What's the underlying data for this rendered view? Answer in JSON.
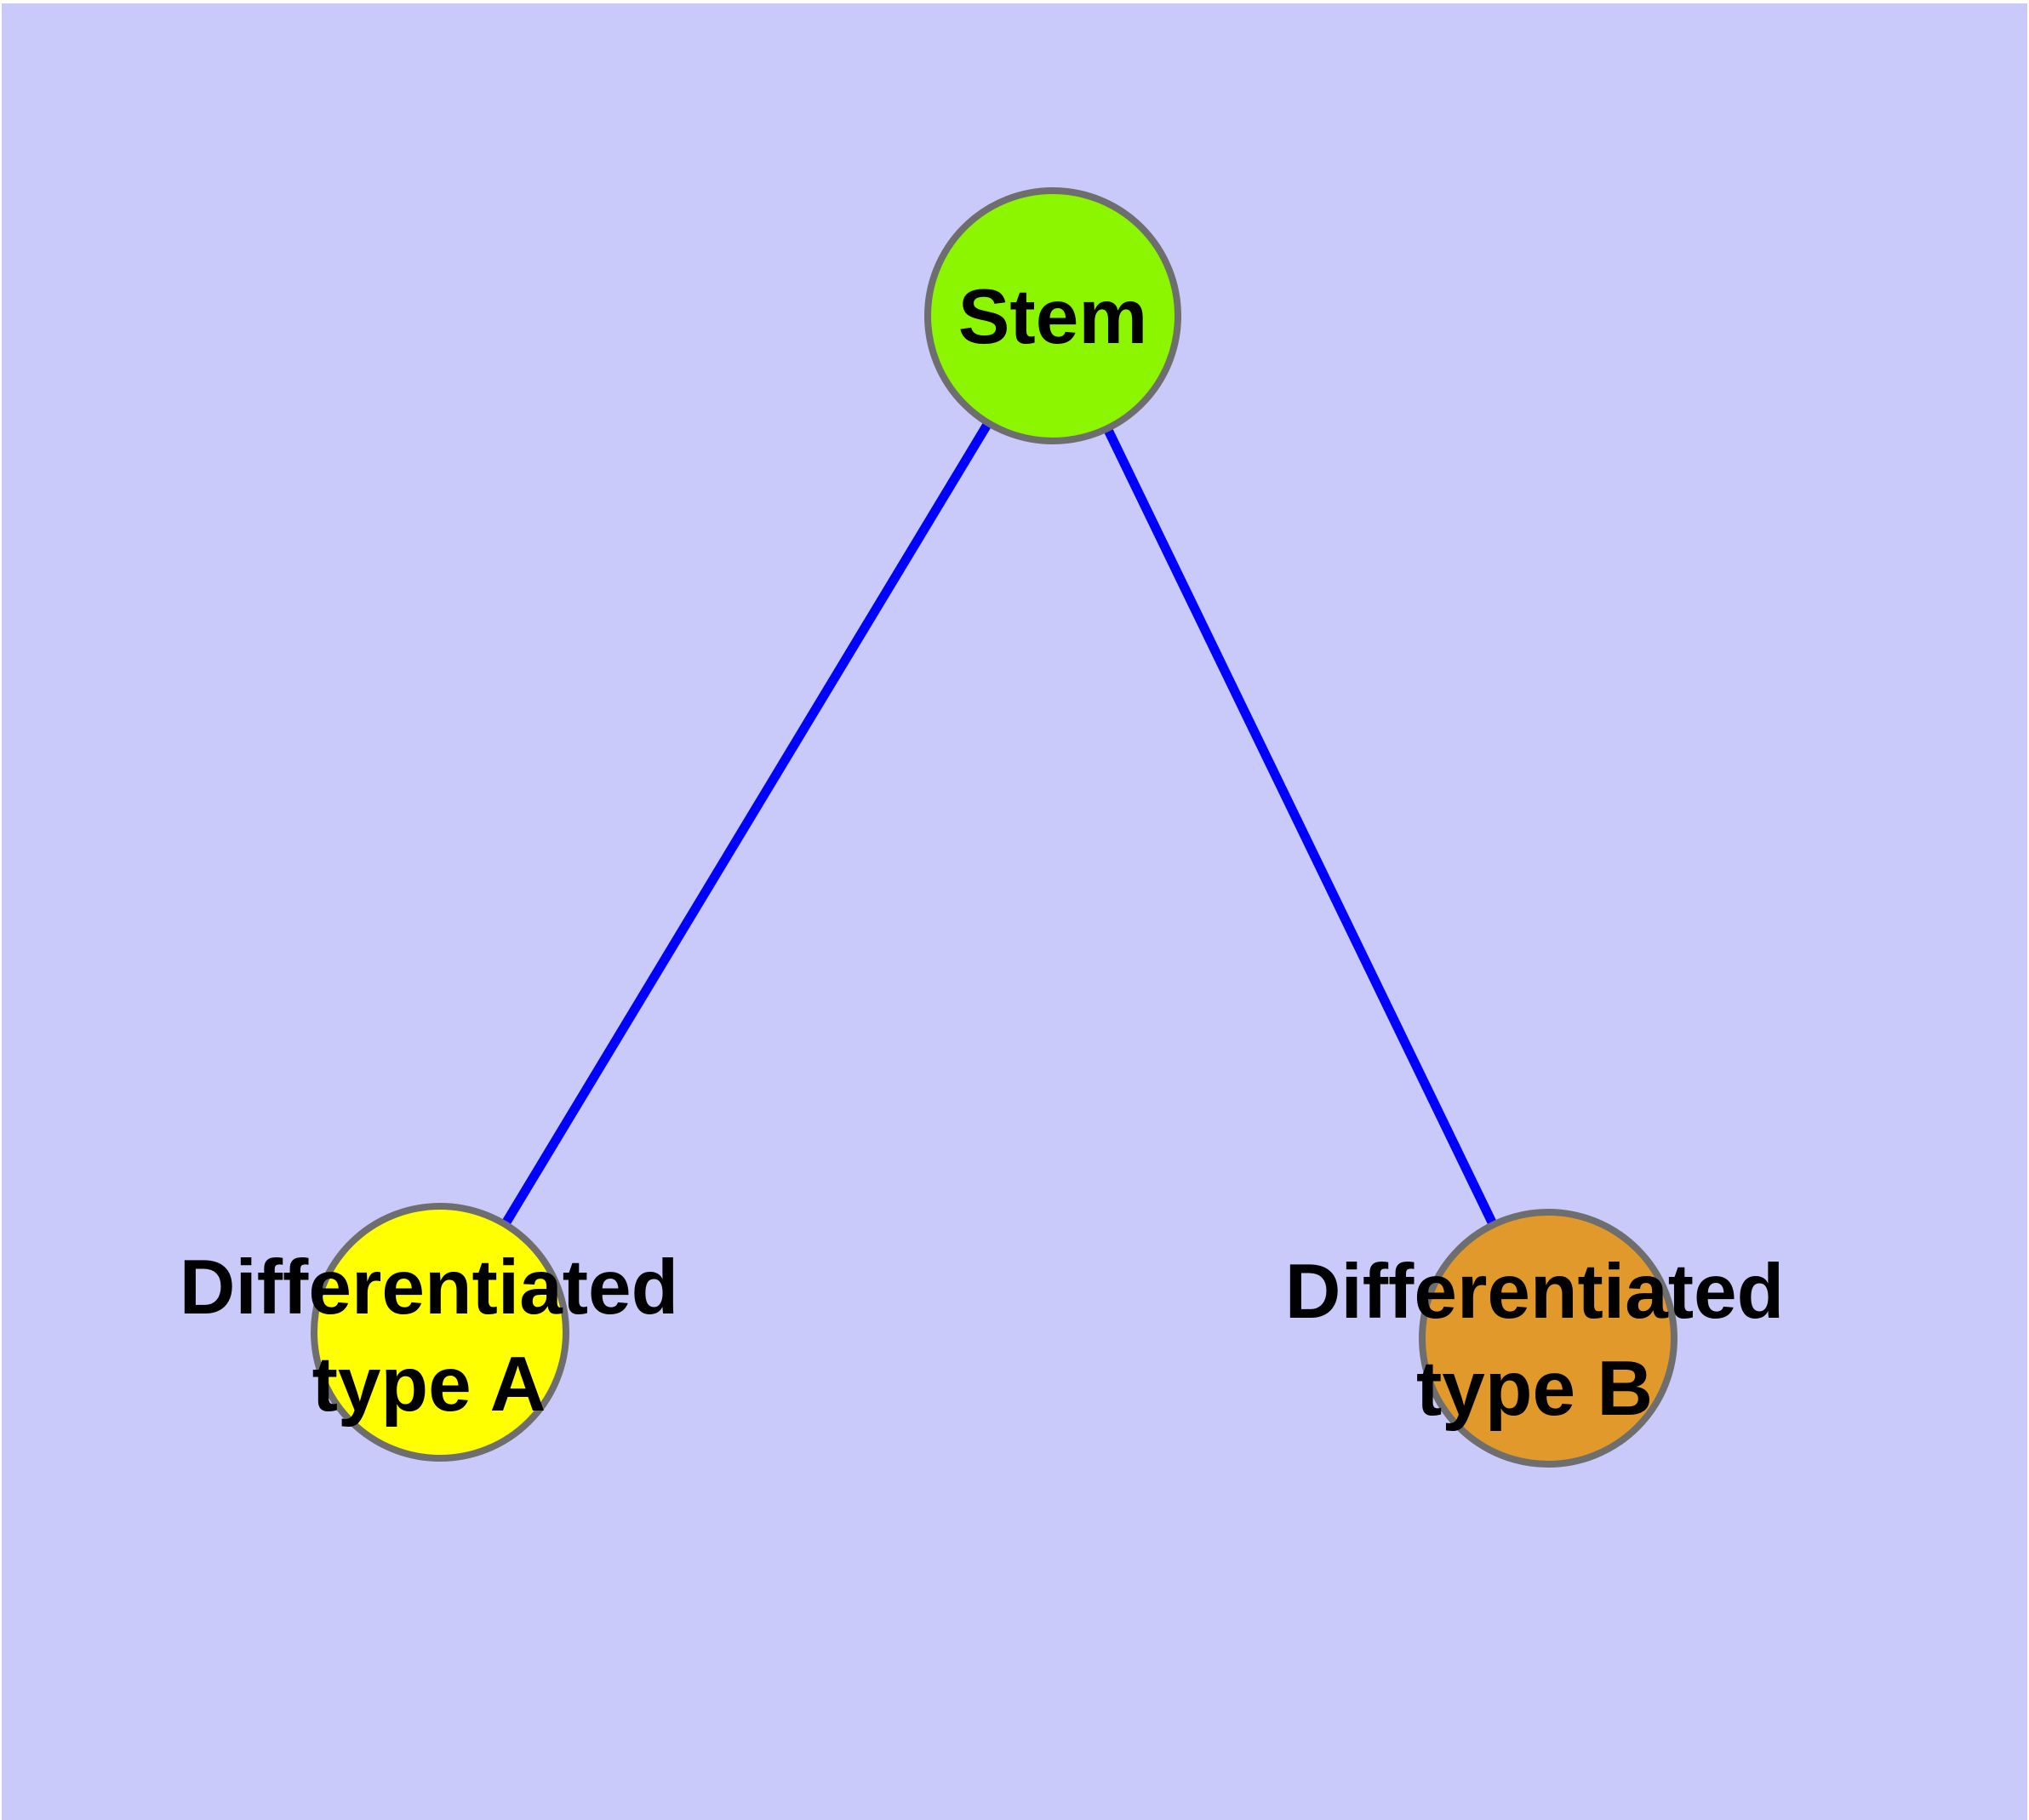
{
  "diagram": {
    "title": "",
    "background_color": "#CACAFA",
    "edge_color": "#0000FF",
    "node_border_color": "#6E6E6E",
    "label_color": "#000000",
    "nodes": [
      {
        "id": "stem",
        "label": "Stem",
        "color": "#8CF500"
      },
      {
        "id": "type-a",
        "label": "Differentiated\ntype A",
        "color": "#FFFF00"
      },
      {
        "id": "type-b",
        "label": "Differentiated\ntype B",
        "color": "#E2992B"
      }
    ],
    "edges": [
      {
        "from": "Stem",
        "to": "Differentiated type A"
      },
      {
        "from": "Stem",
        "to": "Differentiated type B"
      }
    ]
  }
}
